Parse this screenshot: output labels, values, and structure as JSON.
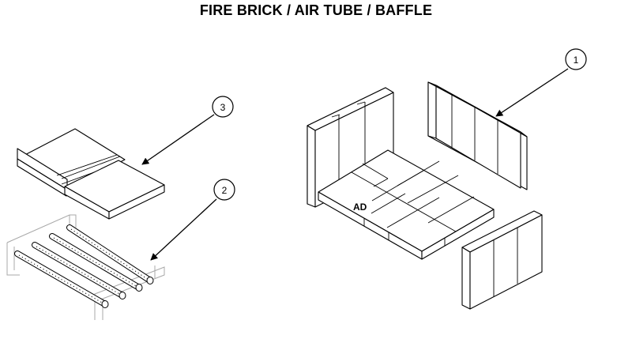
{
  "title": "FIRE BRICK / AIR TUBE / BAFFLE",
  "callouts": [
    {
      "number": "1",
      "part": "side-firebrick"
    },
    {
      "number": "2",
      "part": "air-tubes"
    },
    {
      "number": "3",
      "part": "baffle"
    }
  ],
  "floor_label": "AD"
}
